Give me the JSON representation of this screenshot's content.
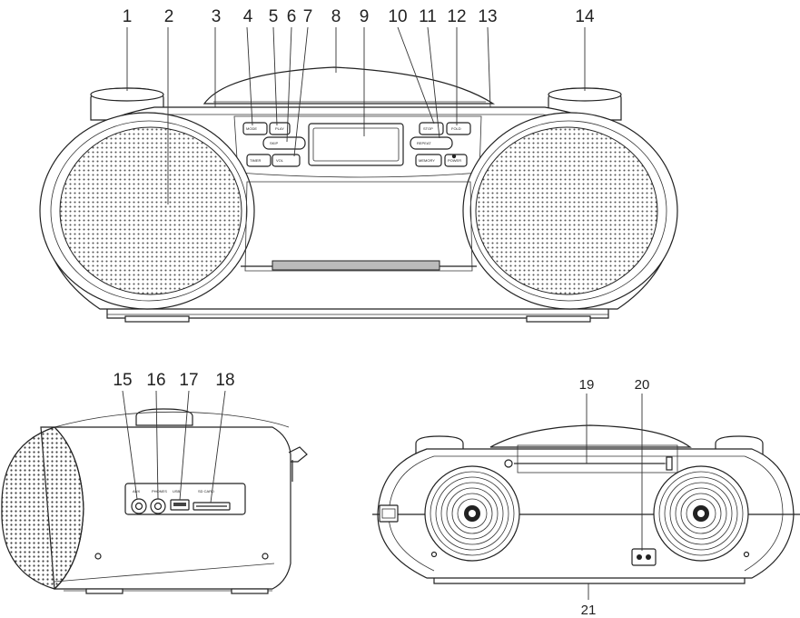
{
  "front_callouts": [
    {
      "label": "1"
    },
    {
      "label": "2"
    },
    {
      "label": "3"
    },
    {
      "label": "4"
    },
    {
      "label": "5"
    },
    {
      "label": "6"
    },
    {
      "label": "7"
    },
    {
      "label": "8"
    },
    {
      "label": "9"
    },
    {
      "label": "10"
    },
    {
      "label": "11"
    },
    {
      "label": "12"
    },
    {
      "label": "13"
    },
    {
      "label": "14"
    }
  ],
  "side_callouts": [
    {
      "label": "15"
    },
    {
      "label": "16"
    },
    {
      "label": "17"
    },
    {
      "label": "18"
    }
  ],
  "back_callouts": [
    {
      "label": "19"
    },
    {
      "label": "20"
    },
    {
      "label": "21"
    }
  ],
  "side_port_labels": [
    "AUX",
    "PHONES",
    "USB",
    "SD CARD"
  ],
  "colors": {
    "line": "#222222",
    "background": "#ffffff",
    "speaker_dot": "#555555"
  }
}
